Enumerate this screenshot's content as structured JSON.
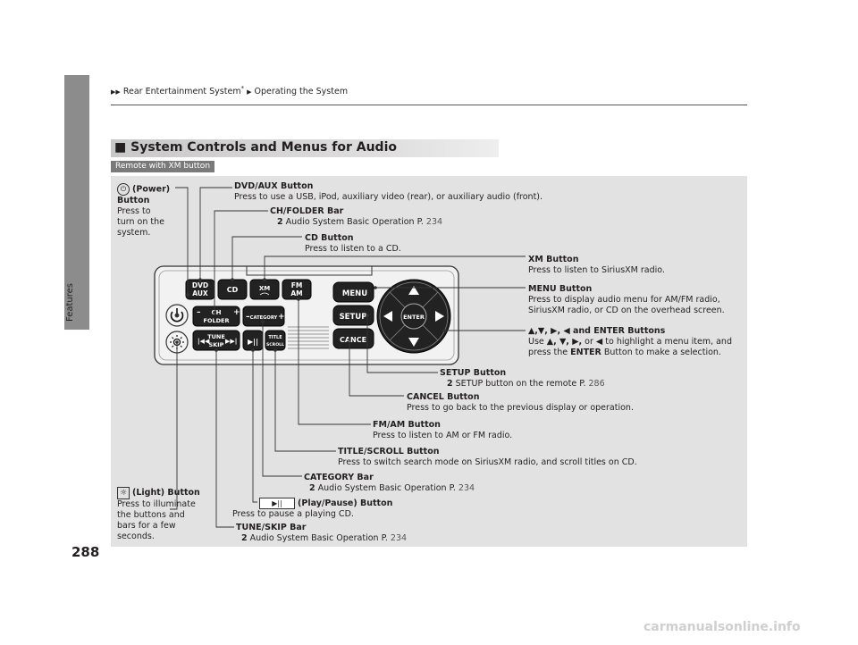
{
  "breadcrumb": {
    "part1": "Rear Entertainment System",
    "star": "*",
    "part2": "Operating the System"
  },
  "side_label": "Features",
  "page_number": "288",
  "section": {
    "marker": "■",
    "title": "System Controls and Menus for Audio",
    "tag": "Remote with XM button"
  },
  "remote_buttons": {
    "dvd": "DVD",
    "aux": "AUX",
    "cd": "CD",
    "xm": "XM",
    "fm": "FM",
    "am": "AM",
    "ch": "CH",
    "folder": "FOLDER",
    "category": "CATEGORY",
    "tune": "TUNE",
    "skip": "SKIP",
    "title": "TITLE",
    "scroll": "SCROLL",
    "menu": "MENU",
    "setup": "SETUP",
    "cancel": "CANCEL",
    "enter": "ENTER"
  },
  "callouts": {
    "power": {
      "title": "(Power)",
      "title2": "Button",
      "desc": [
        "Press to",
        "turn on the",
        "system."
      ]
    },
    "dvd_aux": {
      "title": "DVD/AUX Button",
      "desc": "Press to use a USB, iPod, auxiliary video (rear), or auxiliary audio (front)."
    },
    "ch_folder": {
      "title": "CH/FOLDER Bar",
      "ref": "Audio System Basic Operation P.",
      "page": "234"
    },
    "cd": {
      "title": "CD Button",
      "desc": "Press to listen to a CD."
    },
    "xm": {
      "title": "XM Button",
      "desc": "Press to listen to SiriusXM radio."
    },
    "menu": {
      "title": "MENU Button",
      "desc1": "Press to display audio menu for AM/FM radio,",
      "desc2": "SiriusXM radio, or CD on the overhead screen."
    },
    "arrows": {
      "title": "and ENTER Buttons",
      "desc1a": "Use",
      "desc1b": "or",
      "desc1c": "to highlight a menu item, and",
      "desc2a": "press the",
      "desc2b": "ENTER",
      "desc2c": "Button to make a selection."
    },
    "setup": {
      "title": "SETUP Button",
      "ref": "SETUP button on the remote P.",
      "page": "286"
    },
    "cancel": {
      "title": "CANCEL Button",
      "desc": "Press to go back to the previous display or operation."
    },
    "fm_am": {
      "title": "FM/AM Button",
      "desc": "Press to listen to AM or FM radio."
    },
    "title_scroll": {
      "title": "TITLE/SCROLL Button",
      "desc": "Press to switch search mode on SiriusXM radio, and scroll titles on CD."
    },
    "category": {
      "title": "CATEGORY Bar",
      "ref": "Audio System Basic Operation P.",
      "page": "234"
    },
    "play_pause": {
      "title": "(Play/Pause) Button",
      "desc": "Press to pause a playing CD."
    },
    "tune_skip": {
      "title": "TUNE/SKIP Bar",
      "ref": "Audio System Basic Operation P.",
      "page": "234"
    },
    "light": {
      "title": "(Light) Button",
      "desc": [
        "Press to illuminate",
        "the buttons and",
        "bars for a few",
        "seconds."
      ]
    }
  },
  "watermark": "carmanualsonline.info"
}
